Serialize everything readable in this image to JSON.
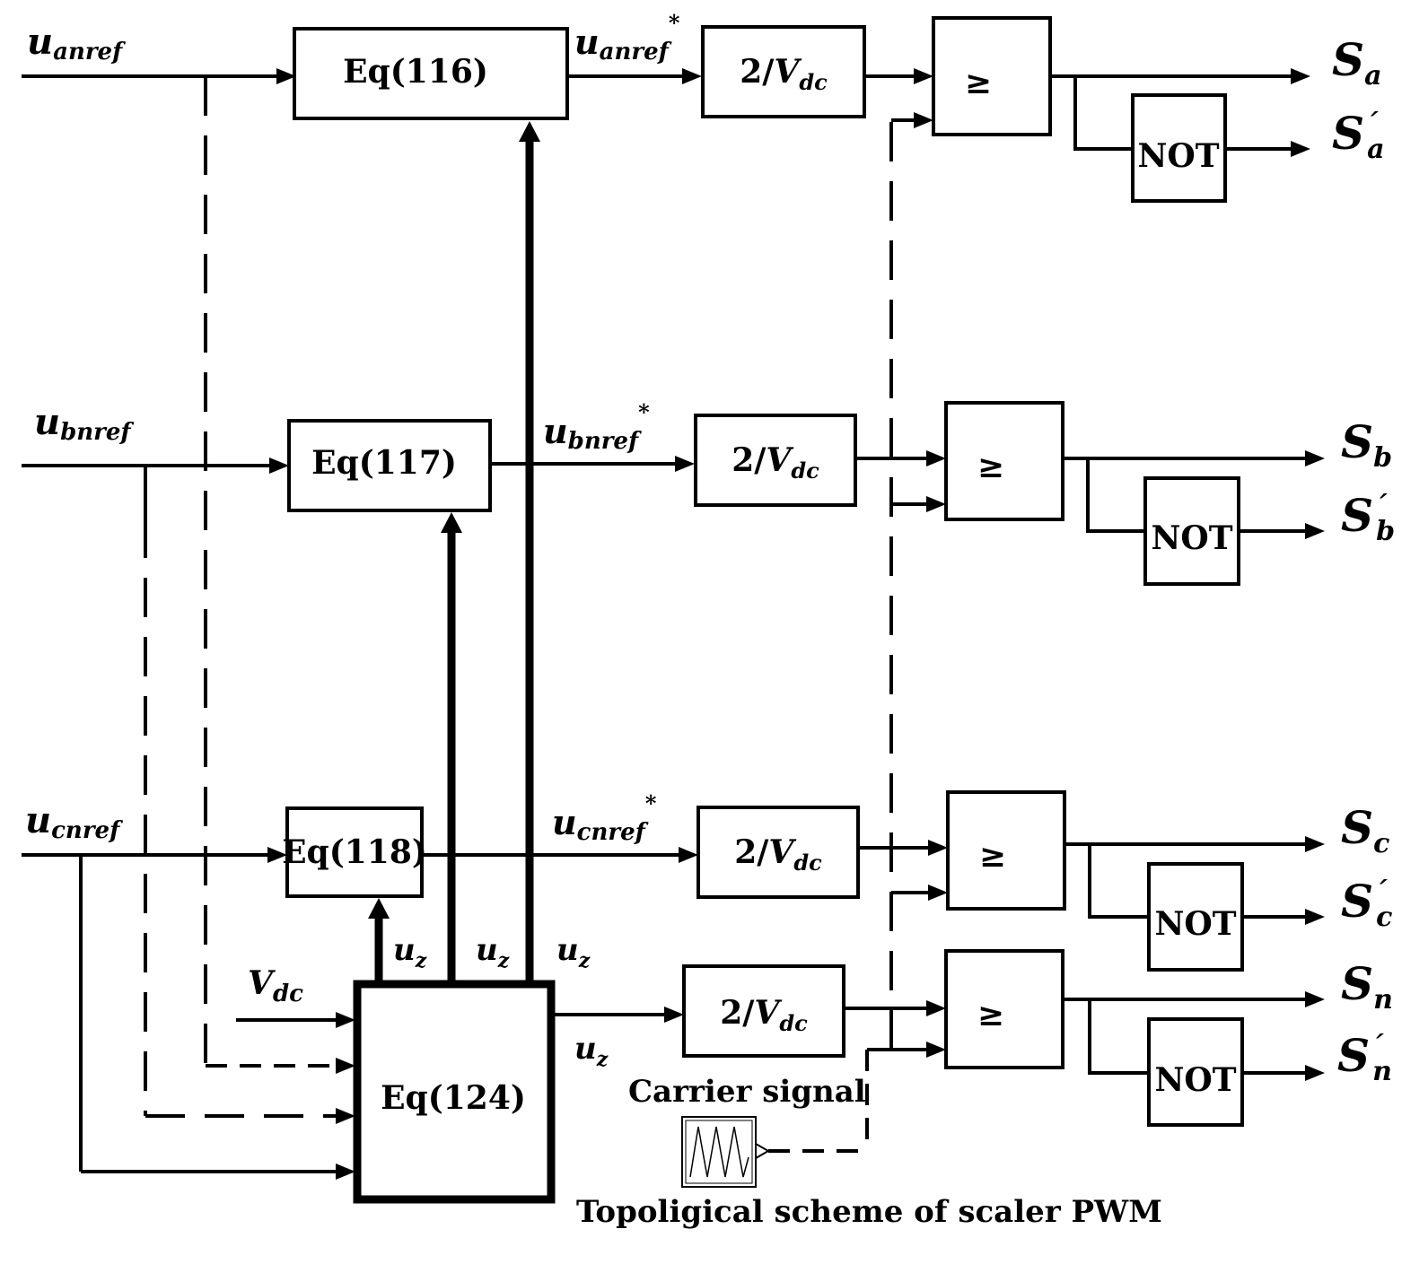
{
  "inputs": {
    "a": {
      "base": "u",
      "sub": "anref"
    },
    "b": {
      "base": "u",
      "sub": "bnref"
    },
    "c": {
      "base": "u",
      "sub": "cnref"
    },
    "vdc": {
      "base": "V",
      "sub": "dc"
    }
  },
  "equation_blocks": {
    "eq116": "Eq(116)",
    "eq117": "Eq(117)",
    "eq118": "Eq(118)",
    "eq124": "Eq(124)"
  },
  "modified_refs": {
    "a": {
      "base": "u",
      "sub": "anref",
      "sup": "*"
    },
    "b": {
      "base": "u",
      "sub": "bnref",
      "sup": "*"
    },
    "c": {
      "base": "u",
      "sub": "cnref",
      "sup": "*"
    }
  },
  "gain_blocks": {
    "prefix": "2/",
    "base": "V",
    "sub": "dc"
  },
  "zero_sequence": {
    "base": "u",
    "sub": "z"
  },
  "comparator_symbol": "≥",
  "not_label": "NOT",
  "outputs": [
    {
      "base": "S",
      "sub": "a",
      "prime_base": "S",
      "prime_mark": "´",
      "prime_sub": "a"
    },
    {
      "base": "S",
      "sub": "b",
      "prime_base": "S",
      "prime_mark": "´",
      "prime_sub": "b"
    },
    {
      "base": "S",
      "sub": "c",
      "prime_base": "S",
      "prime_mark": "´",
      "prime_sub": "c"
    },
    {
      "base": "S",
      "sub": "n",
      "prime_base": "S",
      "prime_mark": "´",
      "prime_sub": "n"
    }
  ],
  "carrier_label": "Carrier signal",
  "caption": "Topoligical scheme of scaler PWM"
}
